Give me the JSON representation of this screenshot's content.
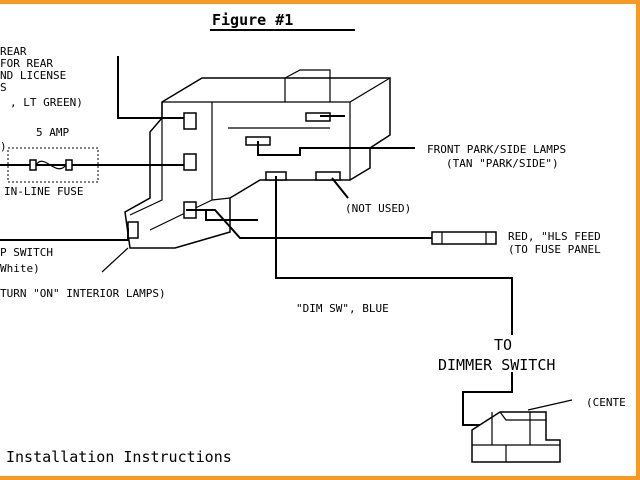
{
  "figure": {
    "title": "Figure #1",
    "footer": "Installation Instructions"
  },
  "labels": {
    "rear_1": "REAR",
    "rear_2": "FOR REAR",
    "rear_3": "ND LICENSE",
    "rear_4": "S",
    "rear_5": ", LT GREEN)",
    "rear_6": ")",
    "amp": "5 AMP",
    "inline_fuse": "IN-LINE FUSE",
    "switch_1": "P SWITCH",
    "switch_2": "White)",
    "interior": "TURN \"ON\" INTERIOR LAMPS)",
    "front_1": "FRONT PARK/SIDE LAMPS",
    "front_2": "(TAN \"PARK/SIDE\")",
    "not_used": "(NOT USED)",
    "red_1": "RED, \"HLS FEED",
    "red_2": "(TO FUSE PANEL",
    "dim": "\"DIM SW\", BLUE",
    "to": "TO",
    "dimmer": "DIMMER SWITCH",
    "center": "(CENTE"
  },
  "colors": {
    "border": "#f59a23",
    "ink": "#000000"
  }
}
